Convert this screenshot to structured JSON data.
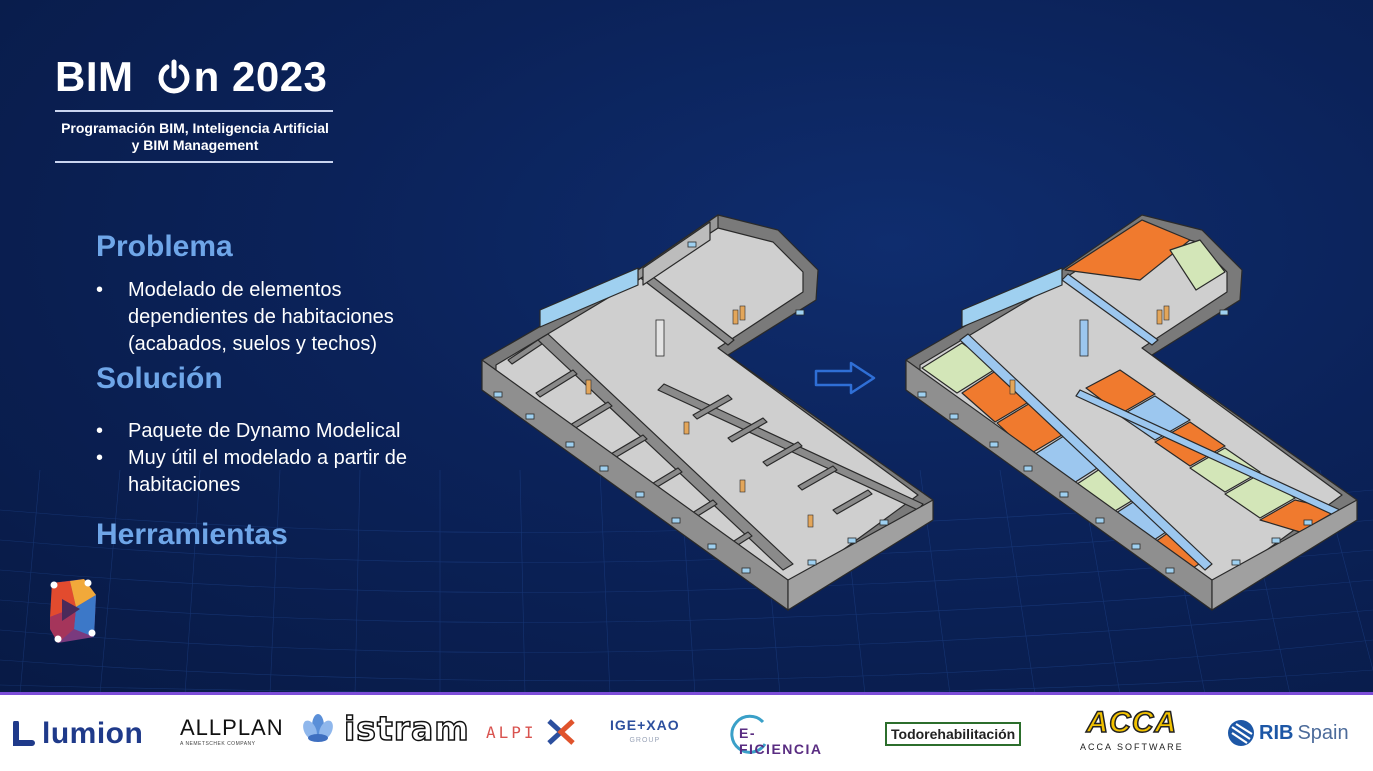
{
  "header": {
    "title_part1": "BIM ",
    "title_part2": "n 2023",
    "subtitle_line1": "Programación BIM, Inteligencia Artificial",
    "subtitle_line2": "y BIM Management"
  },
  "sections": {
    "problem": {
      "heading": "Problema",
      "bullets": [
        "Modelado de elementos dependientes de habitaciones (acabados, suelos y techos)"
      ]
    },
    "solution": {
      "heading": "Solución",
      "bullets": [
        "Paquete de Dynamo Modelical",
        "Muy útil el modelado a partir de habitaciones"
      ]
    },
    "tools": {
      "heading": "Herramientas"
    }
  },
  "icons": {
    "power": "power-icon",
    "arrow": "arrow-right-icon",
    "dynamo": "dynamo-logo"
  },
  "colors": {
    "background": "#0b2259",
    "heading": "#6fa6e8",
    "text": "#ffffff",
    "room_orange": "#f07a2e",
    "room_blue": "#9cc7ef",
    "room_green": "#d3e6b8",
    "accent_rule": "#7c4dd8"
  },
  "sponsors": {
    "lumion": "lumion",
    "allplan": "ALLPLAN",
    "allplan_sub": "A NEMETSCHEK COMPANY",
    "istram": "istram",
    "alpi": "ALPI",
    "ige": "IGE+XAO",
    "ige_sub": "GROUP",
    "eficiencia": "E-FICIENCIA",
    "todo": "Todorehabilitación",
    "acca": "ACCA",
    "acca_sub": "ACCA SOFTWARE",
    "rib": "RIB",
    "rib_spain": "Spain"
  }
}
